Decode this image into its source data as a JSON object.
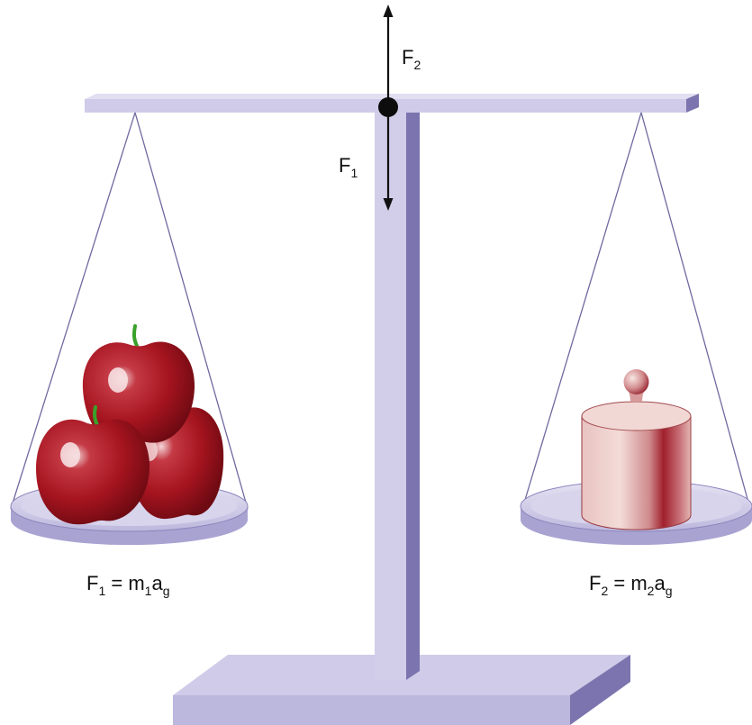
{
  "labels": {
    "force_up": {
      "base": "F",
      "sub": "2"
    },
    "force_down": {
      "base": "F",
      "sub": "1"
    },
    "left_eq": {
      "lhs": "F",
      "lhs_sub": "1",
      "eq": " = m",
      "m_sub": "1",
      "a": "a",
      "a_sub": "g"
    },
    "right_eq": {
      "lhs": "F",
      "lhs_sub": "2",
      "eq": " = m",
      "m_sub": "2",
      "a": "a",
      "a_sub": "g"
    }
  },
  "colors": {
    "frame": "#cfcbe8",
    "frame_dark": "#7b74ae",
    "apple": "#a5141f",
    "apple_dark": "#6e0a12",
    "weight": "#d99a9a",
    "weight_dark": "#9a1f2a",
    "stem": "#3aa12a"
  }
}
